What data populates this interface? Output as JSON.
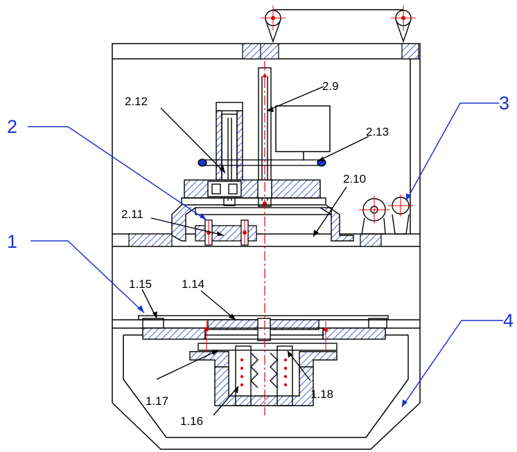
{
  "labels": {
    "l_2_9": "2.9",
    "l_2_12": "2.12",
    "l_2_13": "2.13",
    "l_2_10": "2.10",
    "l_2_11": "2.11",
    "l_1_15": "1.15",
    "l_1_14": "1.14",
    "l_1_17": "1.17",
    "l_1_16": "1.16",
    "l_1_18": "1.18",
    "b1": "1",
    "b2": "2",
    "b3": "3",
    "b4": "4"
  },
  "colors": {
    "line": "#000000",
    "hatch": "#1a33c9",
    "blue_label": "#1a33c9",
    "center_red": "#e00000"
  }
}
